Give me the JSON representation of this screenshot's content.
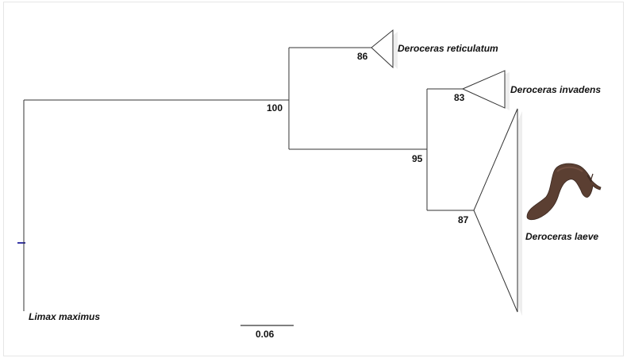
{
  "tree": {
    "support_values": {
      "root_split": "100",
      "reticulatum": "86",
      "invadens_laeve": "95",
      "invadens": "83",
      "laeve": "87"
    },
    "taxa": {
      "reticulatum": "Deroceras reticulatum",
      "invadens": "Deroceras invadens",
      "laeve": "Deroceras laeve",
      "outgroup": "Limax maximus"
    },
    "scale_bar": {
      "label": "0.06"
    },
    "colors": {
      "branch": "#333333",
      "root_marker": "#3a3aa8",
      "slug": "#5b3f32"
    }
  }
}
